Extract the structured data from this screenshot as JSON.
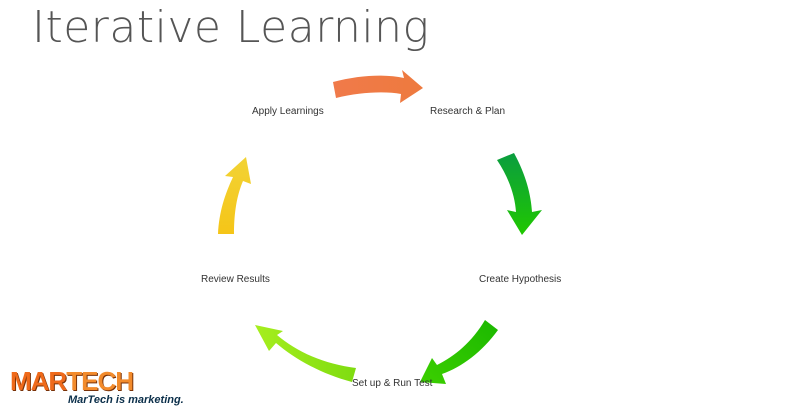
{
  "title": "Iterative Learning",
  "steps": [
    {
      "label": "Research & Plan",
      "arrow_color": "#00a651"
    },
    {
      "label": "Create Hypothesis",
      "arrow_color": "#18b800"
    },
    {
      "label": "Set up & Run Test",
      "arrow_color": "#8ce812"
    },
    {
      "label": "Review Results",
      "arrow_color": "#f2cd1f"
    },
    {
      "label": "Apply Learnings",
      "arrow_color": "#ef7c4a"
    }
  ],
  "logo": {
    "part1": "MAR",
    "part2": "TECH",
    "tagline": "MarTech is marketing."
  }
}
